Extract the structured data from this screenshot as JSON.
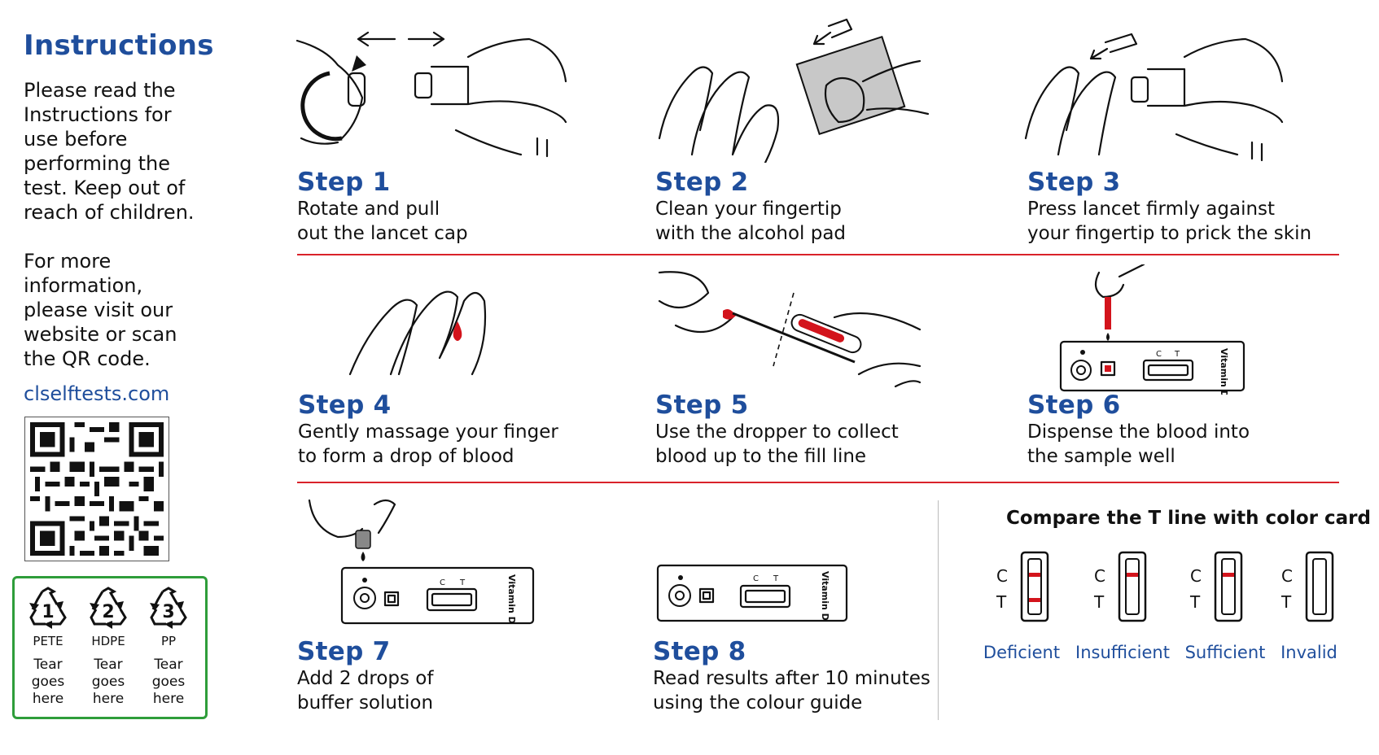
{
  "sidebar": {
    "title": "Instructions",
    "intro": [
      "Please read the",
      "Instructions for",
      "use before",
      "performing the",
      "test. Keep out of",
      "reach of children."
    ],
    "more": [
      "For more",
      "information,",
      "please visit our",
      "website or scan",
      "the QR code."
    ],
    "url": "clselftests.com",
    "recycling": [
      {
        "num": "1",
        "code": "PETE",
        "tear": [
          "Tear",
          "goes",
          "here"
        ]
      },
      {
        "num": "2",
        "code": "HDPE",
        "tear": [
          "Tear",
          "goes",
          "here"
        ]
      },
      {
        "num": "3",
        "code": "PP",
        "tear": [
          "Tear",
          "goes",
          "here"
        ]
      }
    ]
  },
  "steps": [
    {
      "title": "Step 1",
      "lines": [
        "Rotate and pull",
        "out the lancet cap"
      ]
    },
    {
      "title": "Step 2",
      "lines": [
        "Clean your fingertip",
        "with the alcohol pad"
      ]
    },
    {
      "title": "Step 3",
      "lines": [
        "Press lancet firmly against",
        "your fingertip to prick the skin"
      ]
    },
    {
      "title": "Step 4",
      "lines": [
        "Gently massage your finger",
        "to form a drop of blood"
      ]
    },
    {
      "title": "Step 5",
      "lines": [
        "Use the dropper to collect",
        "blood up to the fill line"
      ]
    },
    {
      "title": "Step 6",
      "lines": [
        "Dispense the blood into",
        "the sample well"
      ]
    },
    {
      "title": "Step 7",
      "lines": [
        "Add 2 drops of",
        "buffer solution"
      ]
    },
    {
      "title": "Step 8",
      "lines": [
        "Read results after 10 minutes",
        "using the colour guide"
      ]
    }
  ],
  "cassette": {
    "c": "C",
    "t": "T",
    "label": "Vitamin D"
  },
  "compare": {
    "title": "Compare the T line with color card",
    "c_label": "C",
    "t_label": "T",
    "results": [
      {
        "label": "Deficient",
        "c_line": true,
        "t_line": true
      },
      {
        "label": "Insufficient",
        "c_line": true,
        "t_line": false
      },
      {
        "label": "Sufficient",
        "c_line": true,
        "t_line": false
      },
      {
        "label": "Invalid",
        "c_line": false,
        "t_line": false
      }
    ]
  },
  "colors": {
    "brand_blue": "#1f4e9c",
    "divider_red": "#d9222a",
    "blood_red": "#d3141c",
    "recycle_green": "#2e9d3a"
  }
}
